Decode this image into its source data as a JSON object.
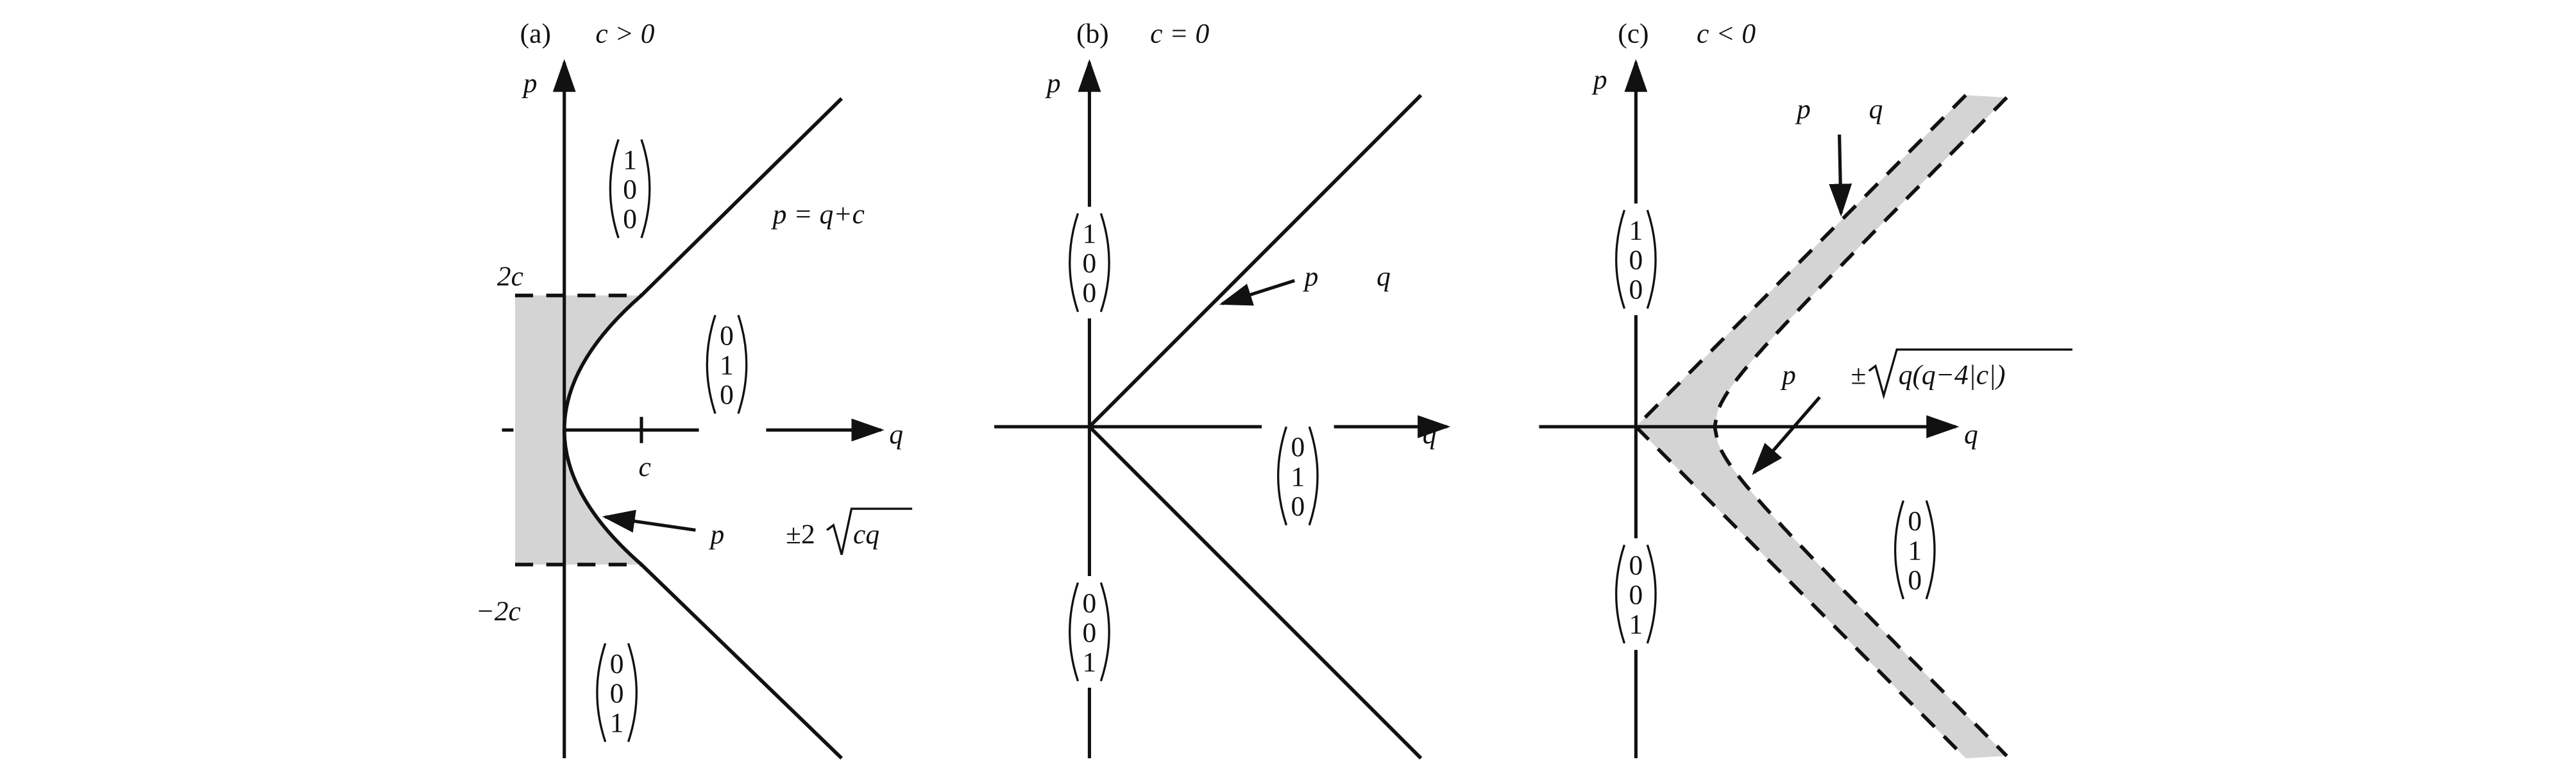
{
  "panels": [
    {
      "label": "(a)",
      "condition": "c > 0",
      "axis_p": "p",
      "axis_q": "q",
      "tick_c": "c",
      "level_top": "2c",
      "level_bottom": "−2c",
      "line_eq": "p = q+c",
      "arrow_label_p": "p",
      "arrow_prefix": "±2",
      "arrow_radicand": "cq",
      "vectors": [
        [
          "1",
          "0",
          "0"
        ],
        [
          "0",
          "1",
          "0"
        ],
        [
          "0",
          "0",
          "1"
        ]
      ]
    },
    {
      "label": "(b)",
      "condition": "c = 0",
      "axis_p": "p",
      "axis_q": "q",
      "arrow_label_p": "p",
      "arrow_label_q": "q",
      "vectors": [
        [
          "1",
          "0",
          "0"
        ],
        [
          "0",
          "1",
          "0"
        ],
        [
          "0",
          "0",
          "1"
        ]
      ]
    },
    {
      "label": "(c)",
      "condition": "c < 0",
      "axis_p": "p",
      "axis_q": "q",
      "top_arrow_p": "p",
      "top_arrow_q": "q",
      "arrow_label_p": "p",
      "arrow_prefix": "±",
      "arrow_radicand": "q(q−4|c|)",
      "vectors": [
        [
          "1",
          "0",
          "0"
        ],
        [
          "0",
          "1",
          "0"
        ],
        [
          "0",
          "0",
          "1"
        ]
      ]
    }
  ],
  "colors": {
    "band": "#d4d4d4",
    "ink": "#111111"
  }
}
